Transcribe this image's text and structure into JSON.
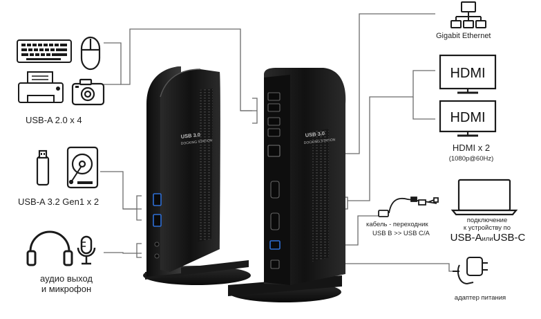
{
  "device": {
    "badge_line1": "USB 3.0",
    "badge_line2": "DOCKING STATION",
    "badge_line1_rear": "USB 3.0",
    "badge_line2_rear": "DOCKING STATION"
  },
  "left": {
    "usb2_label": "USB-A 2.0 x 4",
    "usb32_label": "USB-A 3.2 Gen1 x 2",
    "audio_line1": "аудио выход",
    "audio_line2": "и микрофон"
  },
  "right": {
    "ethernet_label": "Gigabit Ethernet",
    "hdmi_screen_1": "HDMI",
    "hdmi_screen_2": "HDMI",
    "hdmi_count": "HDMI x 2",
    "hdmi_res": "(1080p@60Hz)",
    "cable_line1": "кабель - переходник",
    "cable_line2": "USB B >> USB C/A",
    "connect_line1": "подключение",
    "connect_line2": "к устройству по",
    "connect_usba": "USB-A",
    "connect_or": "или",
    "connect_usbc": "USB-C",
    "power_label": "адаптер питания"
  },
  "colors": {
    "device_body": "#1b1b1b",
    "device_edge": "#3a3a3a",
    "connector_line": "#6a6a6a",
    "icon_stroke": "#1a1a1a"
  }
}
